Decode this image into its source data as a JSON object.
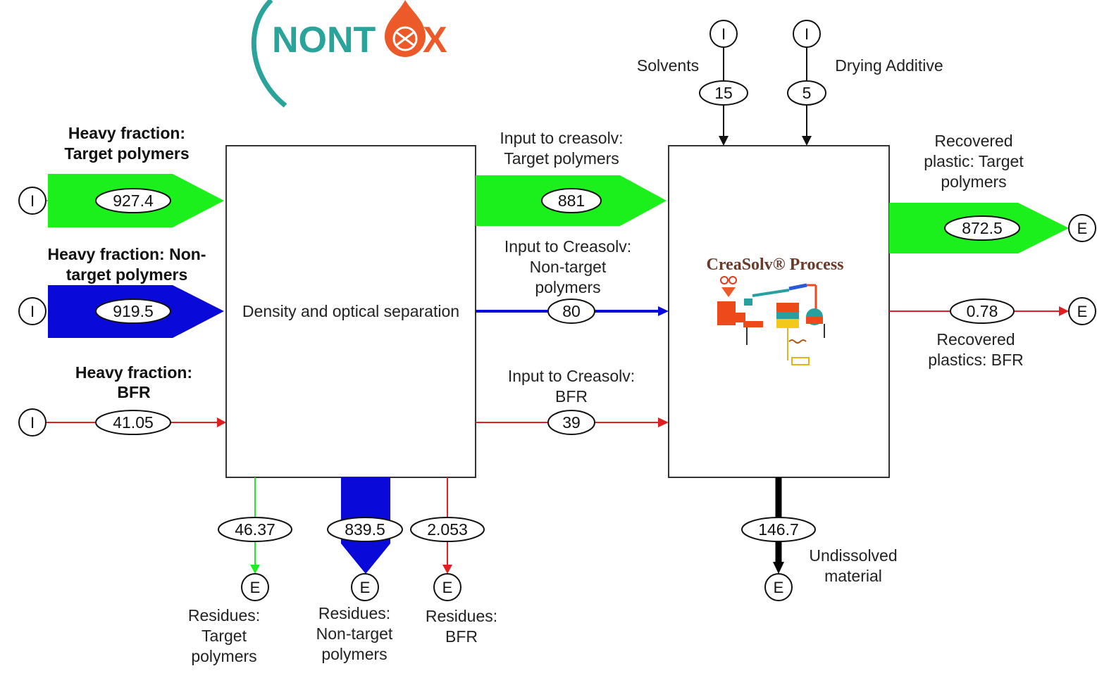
{
  "logo": {
    "text_before": "NONT",
    "text_after": "X",
    "teal": "#2aa39a",
    "orange": "#ec5a2a"
  },
  "colors": {
    "green": "#1cf01c",
    "blue": "#0a0ad8",
    "red": "#e02020",
    "black": "#000000"
  },
  "process_boxes": {
    "separation": "Density and optical separation",
    "creasolv_title": "CreaSolv® Process"
  },
  "nodes": {
    "input": "I",
    "exit": "E"
  },
  "inputs": {
    "heavy_target": {
      "label_line1": "Heavy fraction:",
      "label_line2": "Target polymers",
      "value": "927.4"
    },
    "heavy_nontarget": {
      "label_line1": "Heavy fraction: Non-",
      "label_line2": "target polymers",
      "value": "919.5"
    },
    "heavy_bfr": {
      "label_line1": "Heavy fraction:",
      "label_line2": "BFR",
      "value": "41.05"
    },
    "solvents": {
      "label": "Solvents",
      "value": "15"
    },
    "drying_additive": {
      "label": "Drying Additive",
      "value": "5"
    }
  },
  "intermediate": {
    "target": {
      "label_line1": "Input to creasolv:",
      "label_line2": "Target polymers",
      "value": "881"
    },
    "nontarget": {
      "label_line1": "Input to Creasolv:",
      "label_line2": "Non-target",
      "label_line3": "polymers",
      "value": "80"
    },
    "bfr": {
      "label_line1": "Input to Creasolv:",
      "label_line2": "BFR",
      "value": "39"
    }
  },
  "outputs": {
    "recovered_target": {
      "label_line1": "Recovered",
      "label_line2": "plastic: Target",
      "label_line3": "polymers",
      "value": "872.5"
    },
    "recovered_bfr": {
      "label_line1": "Recovered",
      "label_line2": "plastics: BFR",
      "value": "0.78"
    },
    "undissolved": {
      "label_line1": "Undissolved",
      "label_line2": "material",
      "value": "146.7"
    }
  },
  "residues": {
    "target": {
      "label_line1": "Residues:",
      "label_line2": "Target",
      "label_line3": "polymers",
      "value": "46.37"
    },
    "nontarget": {
      "label_line1": "Residues:",
      "label_line2": "Non-target",
      "label_line3": "polymers",
      "value": "839.5"
    },
    "bfr": {
      "label_line1": "Residues:",
      "label_line2": "BFR",
      "value": "2.053"
    }
  }
}
